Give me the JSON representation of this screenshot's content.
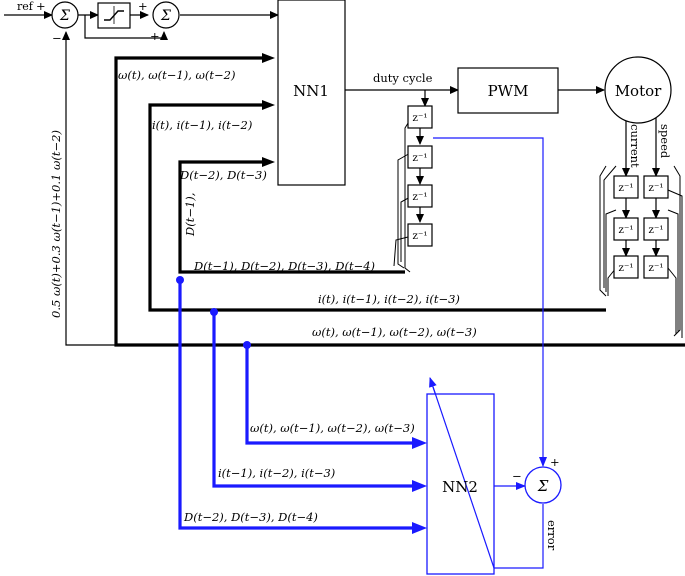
{
  "diagram": {
    "ref_label": "ref",
    "sum_symbol": "Σ",
    "plus": "+",
    "minus": "−",
    "nn1_label": "NN1",
    "nn2_label": "NN2",
    "pwm_label": "PWM",
    "motor_label": "Motor",
    "duty_cycle_label": "duty cycle",
    "current_label": "current",
    "speed_label": "speed",
    "error_label": "error",
    "delay_label": "z⁻¹",
    "feedback_expr": "0.5 ω(t)+0.3 ω(t−1)+0.1 ω(t−2)",
    "nn1_in_omega": "ω(t), ω(t−1), ω(t−2)",
    "nn1_in_current": "i(t), i(t−1), i(t−2)",
    "nn1_in_duty_a": "D(t−2), D(t−3)",
    "nn1_in_duty_b": "D(t−1),",
    "duty_bus": "D(t−1), D(t−2), D(t−3), D(t−4)",
    "current_bus": "i(t), i(t−1), i(t−2), i(t−3)",
    "omega_bus": "ω(t), ω(t−1), ω(t−2), ω(t−3)",
    "nn2_in_omega": "ω(t), ω(t−1), ω(t−2), ω(t−3)",
    "nn2_in_current": "i(t−1), i(t−2), i(t−3)",
    "nn2_in_duty": "D(t−2), D(t−3), D(t−4)"
  },
  "colors": {
    "black": "#000000",
    "blue": "#1a1aff"
  }
}
